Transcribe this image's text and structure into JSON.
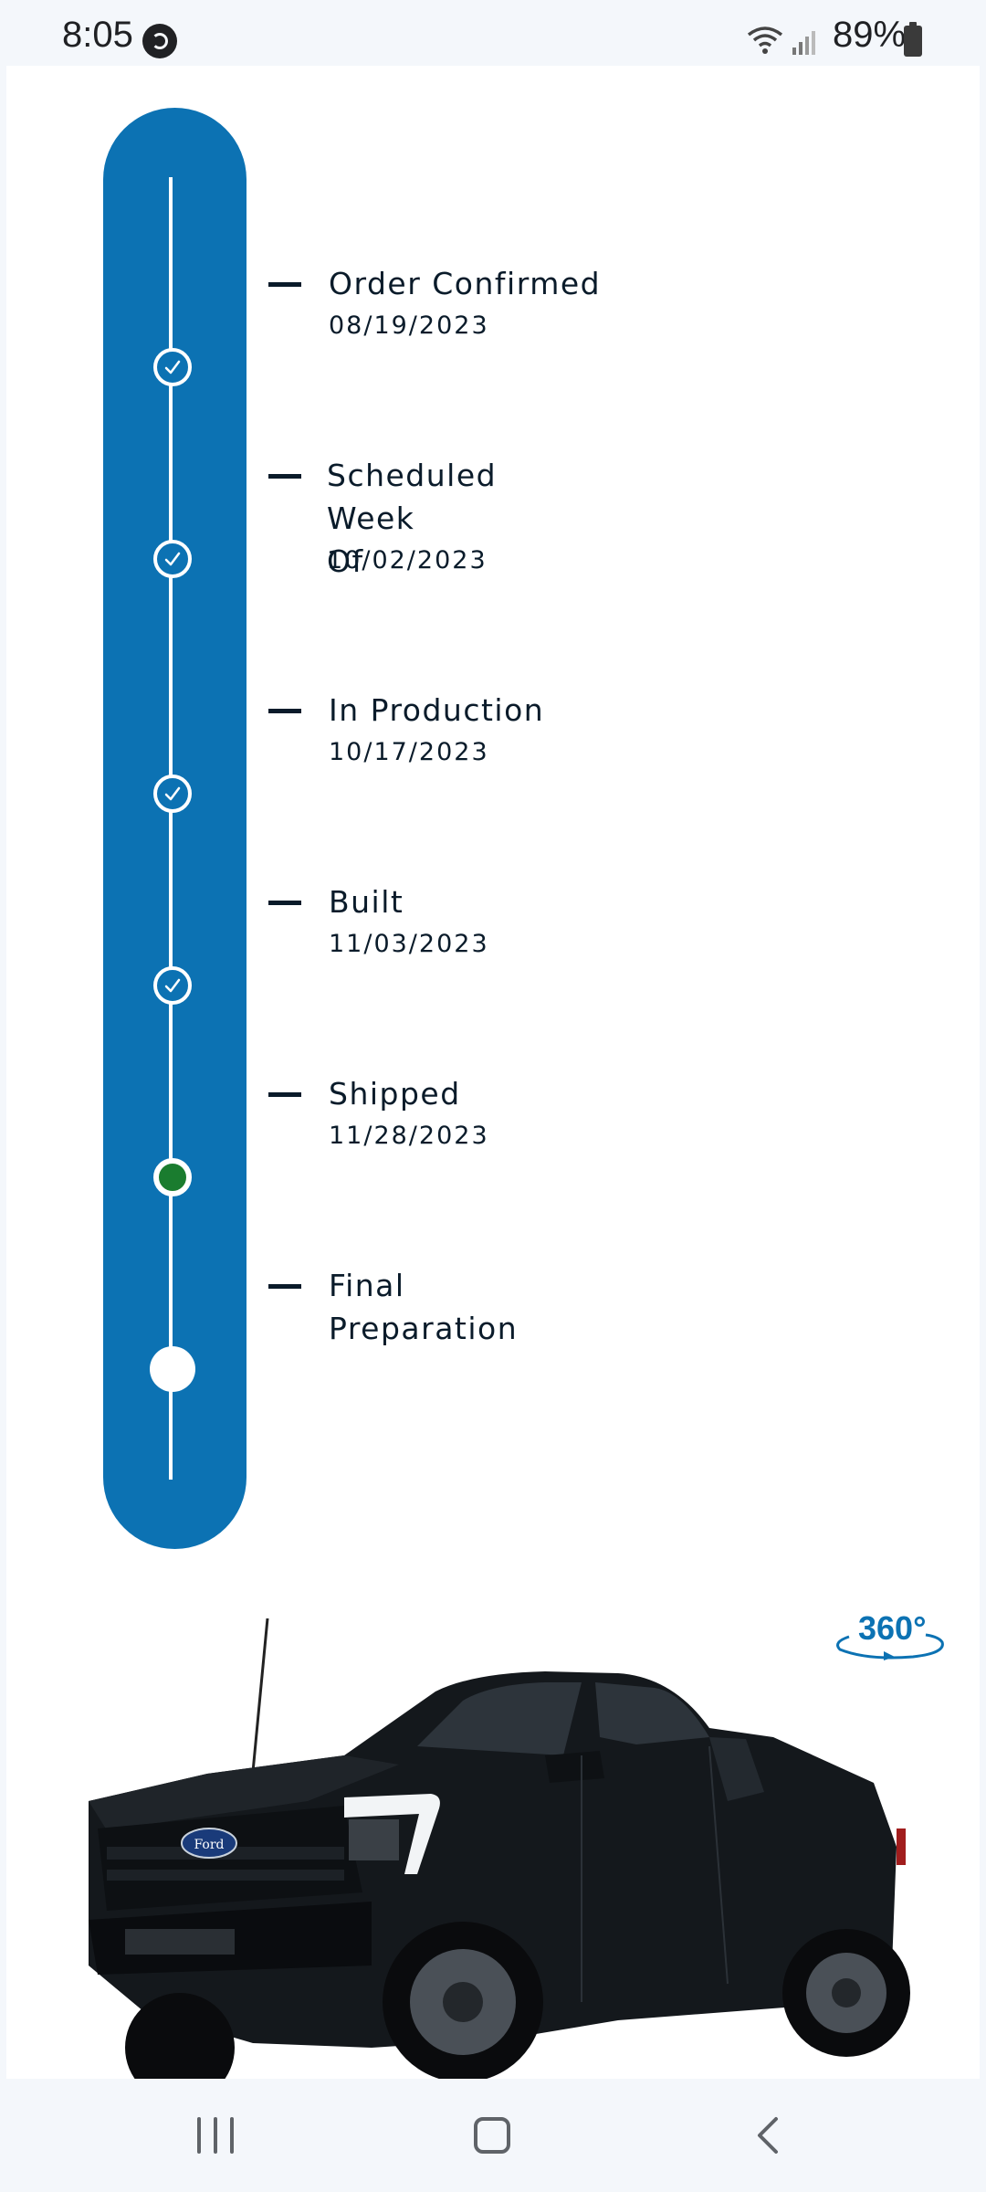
{
  "status_bar": {
    "time": "8:05",
    "battery": "89%",
    "icons": [
      "shazam-icon",
      "wifi-icon",
      "signal-icon",
      "battery-icon"
    ]
  },
  "timeline": {
    "accent_color": "#0c72b3",
    "current_color": "#1a7c2f",
    "steps": [
      {
        "label": "Order Confirmed",
        "date": "08/19/2023",
        "status": "complete"
      },
      {
        "label": "Scheduled Week\nOf",
        "date": "10/02/2023",
        "status": "complete"
      },
      {
        "label": "In Production",
        "date": "10/17/2023",
        "status": "complete"
      },
      {
        "label": "Built",
        "date": "11/03/2023",
        "status": "complete"
      },
      {
        "label": "Shipped",
        "date": "11/28/2023",
        "status": "current"
      },
      {
        "label": "Final\nPreparation",
        "date": "",
        "status": "pending"
      }
    ]
  },
  "vehicle": {
    "view_360_label": "360°",
    "badge_text": "Ford"
  },
  "nav_bar": {
    "buttons": [
      "recents",
      "home",
      "back"
    ]
  }
}
